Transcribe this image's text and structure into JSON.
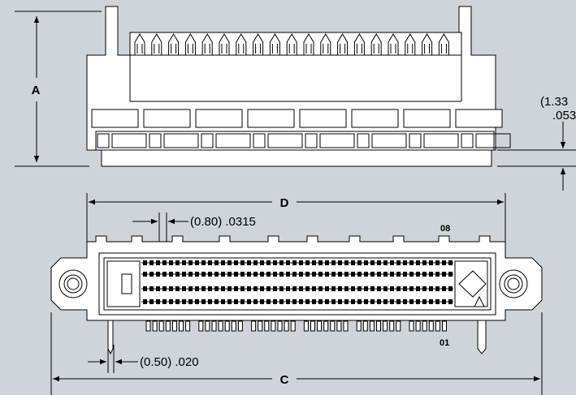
{
  "labels": {
    "dim_a": "A",
    "dim_c": "C",
    "dim_d": "D",
    "pitch_outer": "(0.80) .0315",
    "lead_width": "(0.50) .020",
    "row_top": "08",
    "row_bottom": "01",
    "side_dim_mm": "(1.33",
    "side_dim_in": ".053"
  },
  "colors": {
    "background": "#cfd3da",
    "part_fill": "#ffffff",
    "line": "#000000"
  }
}
